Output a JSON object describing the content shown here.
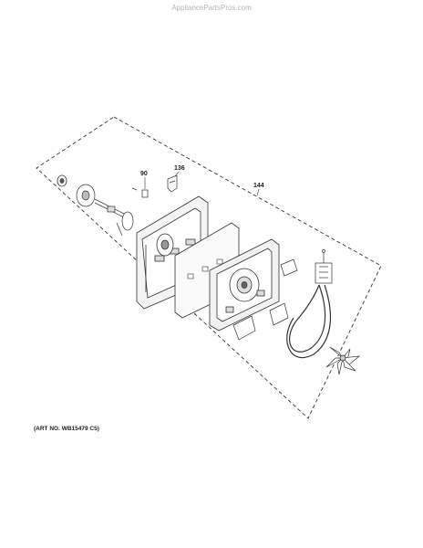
{
  "header": {
    "watermark": "AppliancePartsPros.com"
  },
  "callouts": [
    {
      "id": "90",
      "label": "90"
    },
    {
      "id": "136",
      "label": "136"
    },
    {
      "id": "144",
      "label": "144"
    }
  ],
  "footer": {
    "art_no": "(ART NO. WB15479 C5)"
  }
}
